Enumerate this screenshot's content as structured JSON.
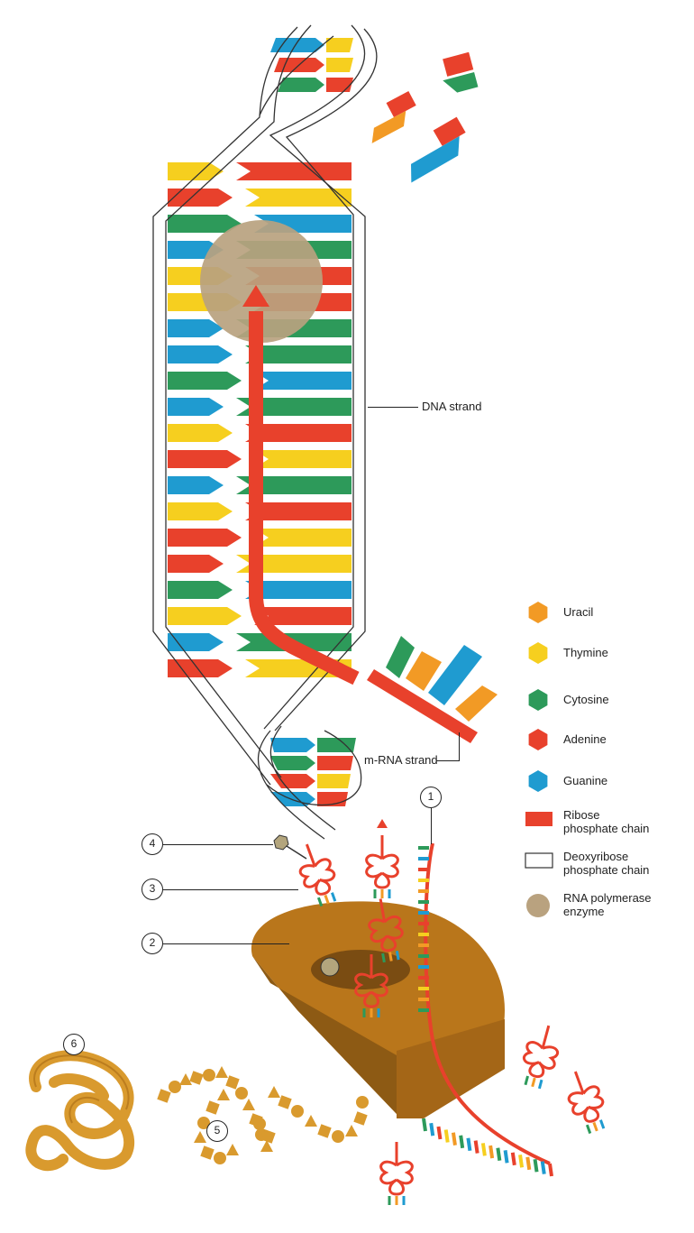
{
  "labels": {
    "dna_strand": "DNA strand",
    "mrna_strand": "m-RNA strand"
  },
  "legend": [
    {
      "label": "Uracil",
      "color": "#f29a25",
      "shape": "hexagon"
    },
    {
      "label": "Thymine",
      "color": "#f6cf1f",
      "shape": "hexagon"
    },
    {
      "label": "Cytosine",
      "color": "#2d9a5a",
      "shape": "hexagon"
    },
    {
      "label": "Adenine",
      "color": "#e8412c",
      "shape": "hexagon"
    },
    {
      "label": "Guanine",
      "color": "#1f9bd0",
      "shape": "hexagon"
    },
    {
      "label": "Ribose phosphate chain",
      "color": "#e8412c",
      "shape": "bar"
    },
    {
      "label": "Deoxyribose phosphate chain",
      "color": "#ffffff",
      "shape": "outline-bar"
    },
    {
      "label": "RNA polymerase enzyme",
      "color": "#b9a27f",
      "shape": "circle"
    }
  ],
  "legend_lines": [
    [
      "Uracil"
    ],
    [
      "Thymine"
    ],
    [
      "Cytosine"
    ],
    [
      "Adenine"
    ],
    [
      "Guanine"
    ],
    [
      "Ribose",
      "phosphate chain"
    ],
    [
      "Deoxyribose",
      "phosphate chain"
    ],
    [
      "RNA polymerase",
      "enzyme"
    ]
  ],
  "callouts": [
    "1",
    "2",
    "3",
    "4",
    "5",
    "6"
  ],
  "colors": {
    "ribosome": "#b9761b",
    "amino_acid": "#d99a2e",
    "protein": "#e1a539"
  }
}
